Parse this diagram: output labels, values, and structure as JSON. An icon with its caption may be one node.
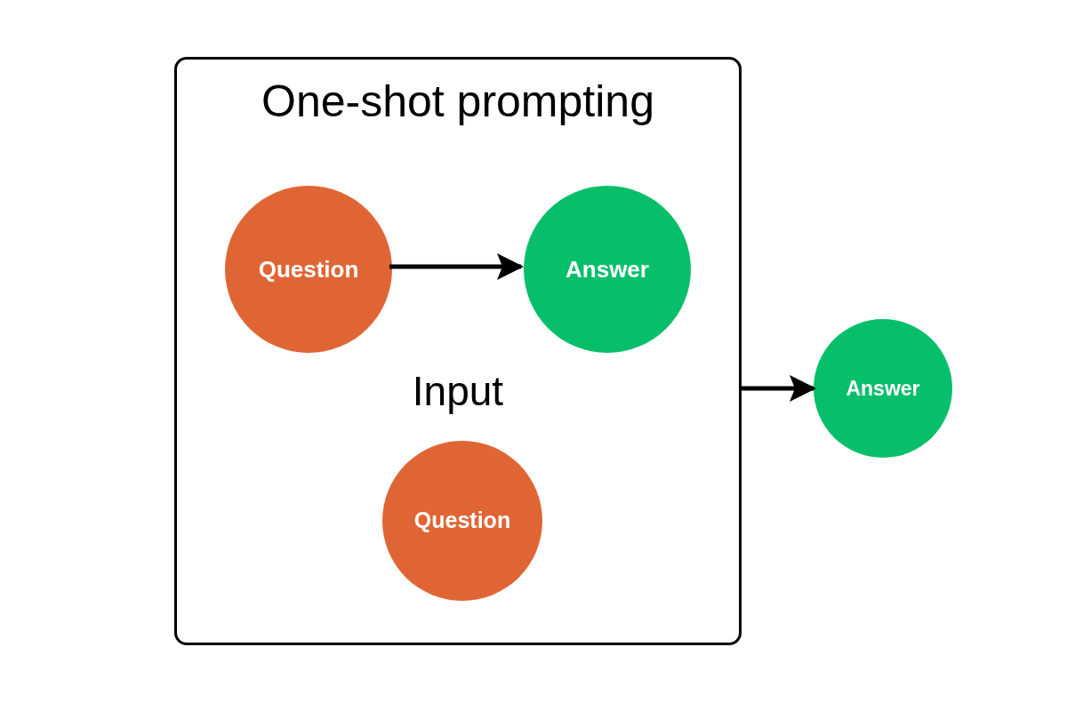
{
  "diagram": {
    "nodes": [
      {
        "text": [
          "One-shot prompting"
        ]
      },
      {
        "text": [
          "Question"
        ],
        "in": 0
      },
      {
        "text": [
          "Answer"
        ],
        "in": 0
      },
      {
        "text": [
          "Question"
        ],
        "in": 0
      },
      {
        "text": [
          "Answer"
        ]
      }
    ],
    "edges": [
      {
        "from": 1,
        "to": 2,
        "arrow": "to"
      },
      {
        "from": 0,
        "to": 4,
        "arrow": "to"
      }
    ],
    "labels": [
      "Input"
    ]
  }
}
